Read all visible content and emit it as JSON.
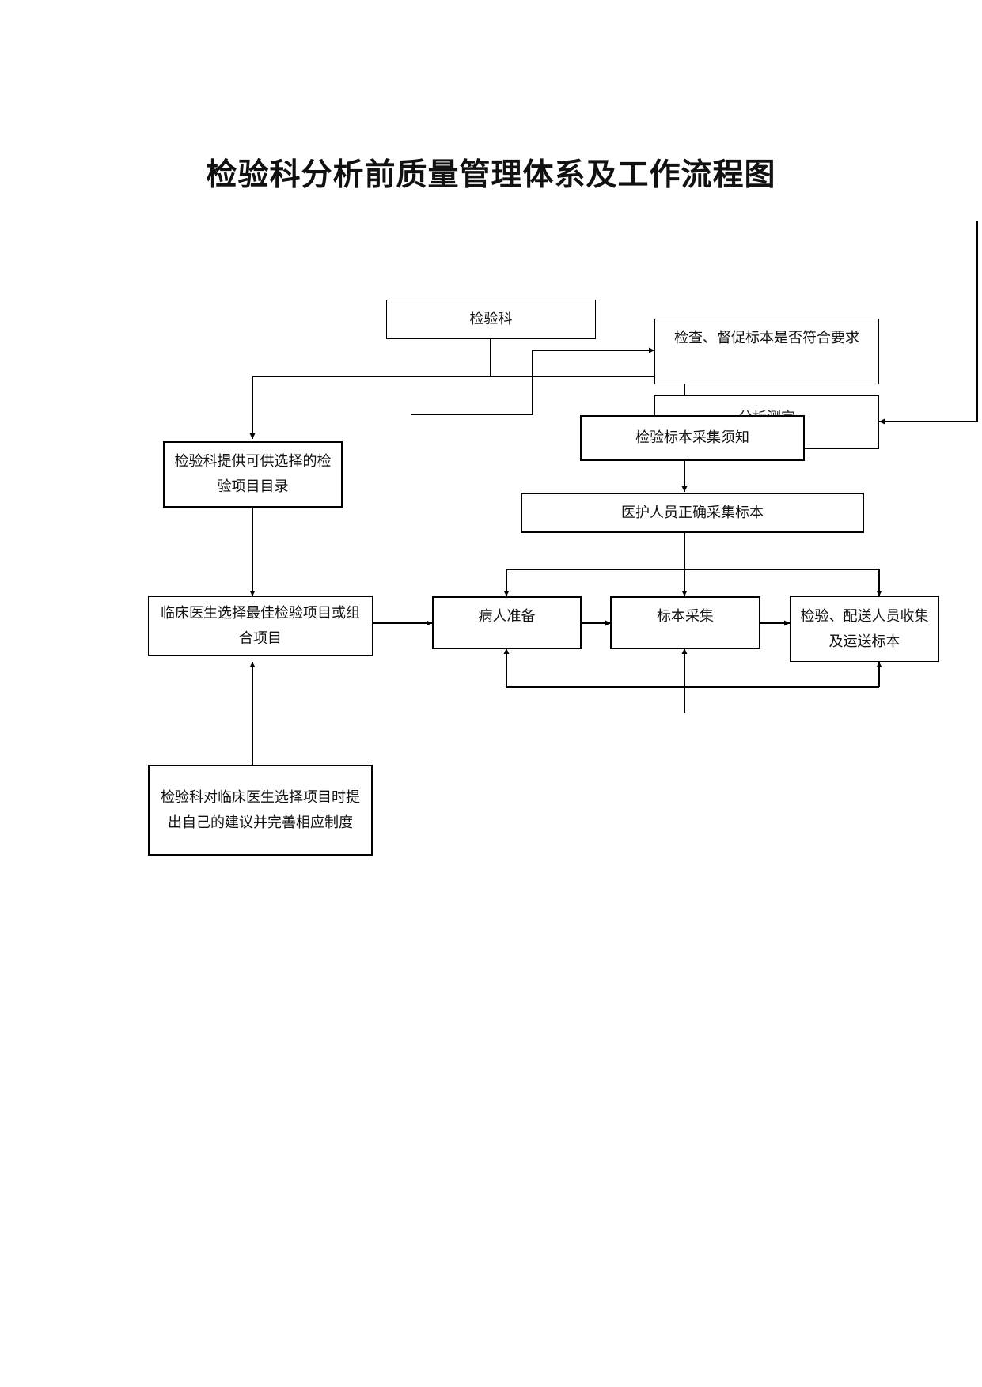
{
  "title": "检验科分析前质量管理体系及工作流程图",
  "nodes": {
    "lab": "检验科",
    "check": "检查、督促标本是否符合要求",
    "analysis": "分析测定",
    "notice": "检验标本采集须知",
    "nurse": "医护人员正确采集标本",
    "catalog": "检验科提供可供选择的检验项目目录",
    "clinician": "临床医生选择最佳检验项目或组合项目",
    "patient": "病人准备",
    "collect": "标本采集",
    "transport": "检验、配送人员收集及运送标本",
    "advice": "检验科对临床医生选择项目时提出自己的建议并完善相应制度"
  }
}
